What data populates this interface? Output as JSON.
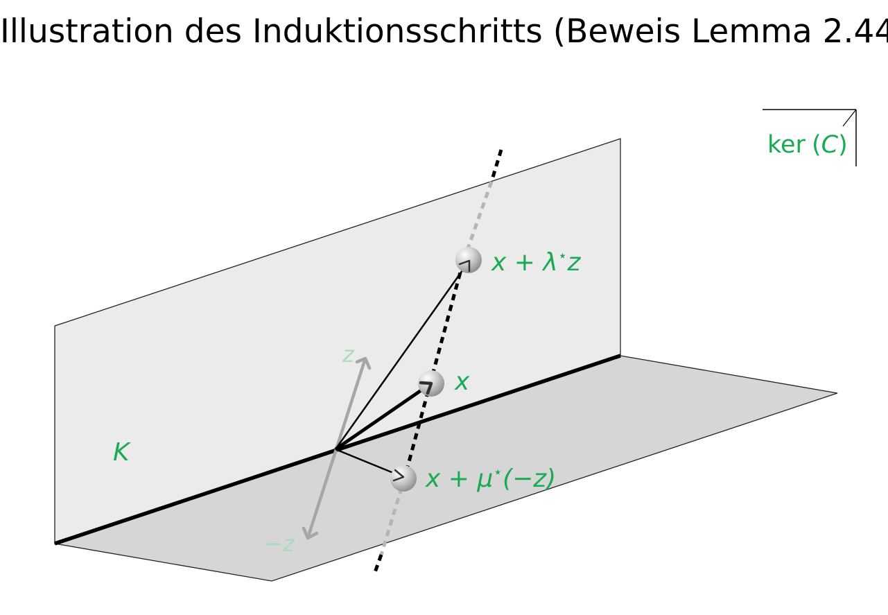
{
  "title": {
    "text": "Illustration des Induktionsschritts (Beweis Lemma 2.44",
    "superscript": "⋆",
    "closing": ")"
  },
  "labels": {
    "kernel_prefix": "ker",
    "kernel_open": "(",
    "kernel_var": "C",
    "kernel_close": ")",
    "cone": "K",
    "point_x": "x",
    "point_plus_lambda": "x + λ",
    "point_plus_lambda_star": "⋆",
    "point_plus_lambda_z": "z",
    "point_plus_mu": "x + μ",
    "point_plus_mu_star": "⋆",
    "point_plus_mu_rest": "(−z)",
    "direction_z": "z",
    "direction_minus_z": "−z"
  },
  "colors": {
    "label_green": "#1aaa55",
    "faded_green": "#a8dcbc",
    "upper_plane": "#ebebeb",
    "lower_plane": "#d6d6d6",
    "edge": "#000000",
    "dashed_faded": "#b5b5b5"
  }
}
